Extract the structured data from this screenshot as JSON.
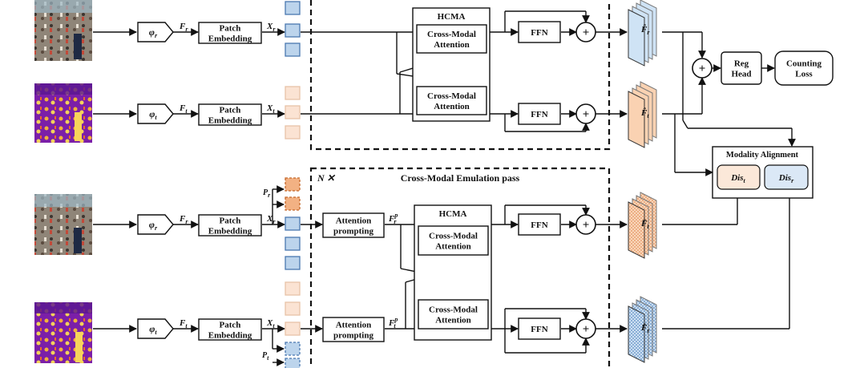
{
  "blocks": {
    "phi_r": "φ",
    "phi_r_sub": "r",
    "phi_t": "φ",
    "phi_t_sub": "t",
    "patch_embedding": [
      "Patch",
      "Embedding"
    ],
    "attention_prompting": [
      "Attention",
      "prompting"
    ],
    "ffn": "FFN",
    "hcma": "HCMA",
    "cross_modal_attention": [
      "Cross-Modal",
      "Attention"
    ],
    "reg_head": [
      "Reg",
      "Head"
    ],
    "counting_loss": [
      "Counting",
      "Loss"
    ],
    "modality_alignment": "Modality Alignment",
    "dis_t": "Dis",
    "dis_t_sub": "t",
    "dis_r": "Dis",
    "dis_r_sub": "r",
    "plus": "+"
  },
  "labels": {
    "F_r": "F",
    "F_r_sub": "r",
    "F_t": "F",
    "F_t_sub": "t",
    "X_r": "X",
    "X_r_sub": "r",
    "X_t": "X",
    "X_t_sub": "t",
    "Fp_r": "F",
    "Fp_r_sub": "r",
    "Fp_r_sup": "p",
    "Fp_t": "F",
    "Fp_t_sub": "t",
    "Fp_t_sup": "p",
    "P_r": "P",
    "P_r_sub": "r",
    "P_t": "P",
    "P_t_sub": "t",
    "out_Fhat_r": "F̂",
    "out_Fhat_r_sub": "r",
    "out_Fhat_t": "F̂",
    "out_Fhat_t_sub": "t",
    "out_Fbar_t": "F̄",
    "out_Fbar_t_sub": "t",
    "out_Fbar_r": "F̄",
    "out_Fbar_r_sub": "r",
    "n_times": "N ✕",
    "emulation_title": "Cross-Modal Emulation pass"
  },
  "colors": {
    "rgb_token_fill": "#bcd4ec",
    "rgb_token_stroke": "#4a78b0",
    "thermal_token_fill": "#fbe3d3",
    "thermal_token_stroke": "#e8c2a8",
    "prompt_r_fill": "#f2b183",
    "prompt_r_stroke": "#c4672a",
    "rgb_stack": "#cfe3f5",
    "thermal_stack": "#fad2b2",
    "dis_t_fill": "#fbe8d9",
    "dis_r_fill": "#dbe8f6"
  }
}
